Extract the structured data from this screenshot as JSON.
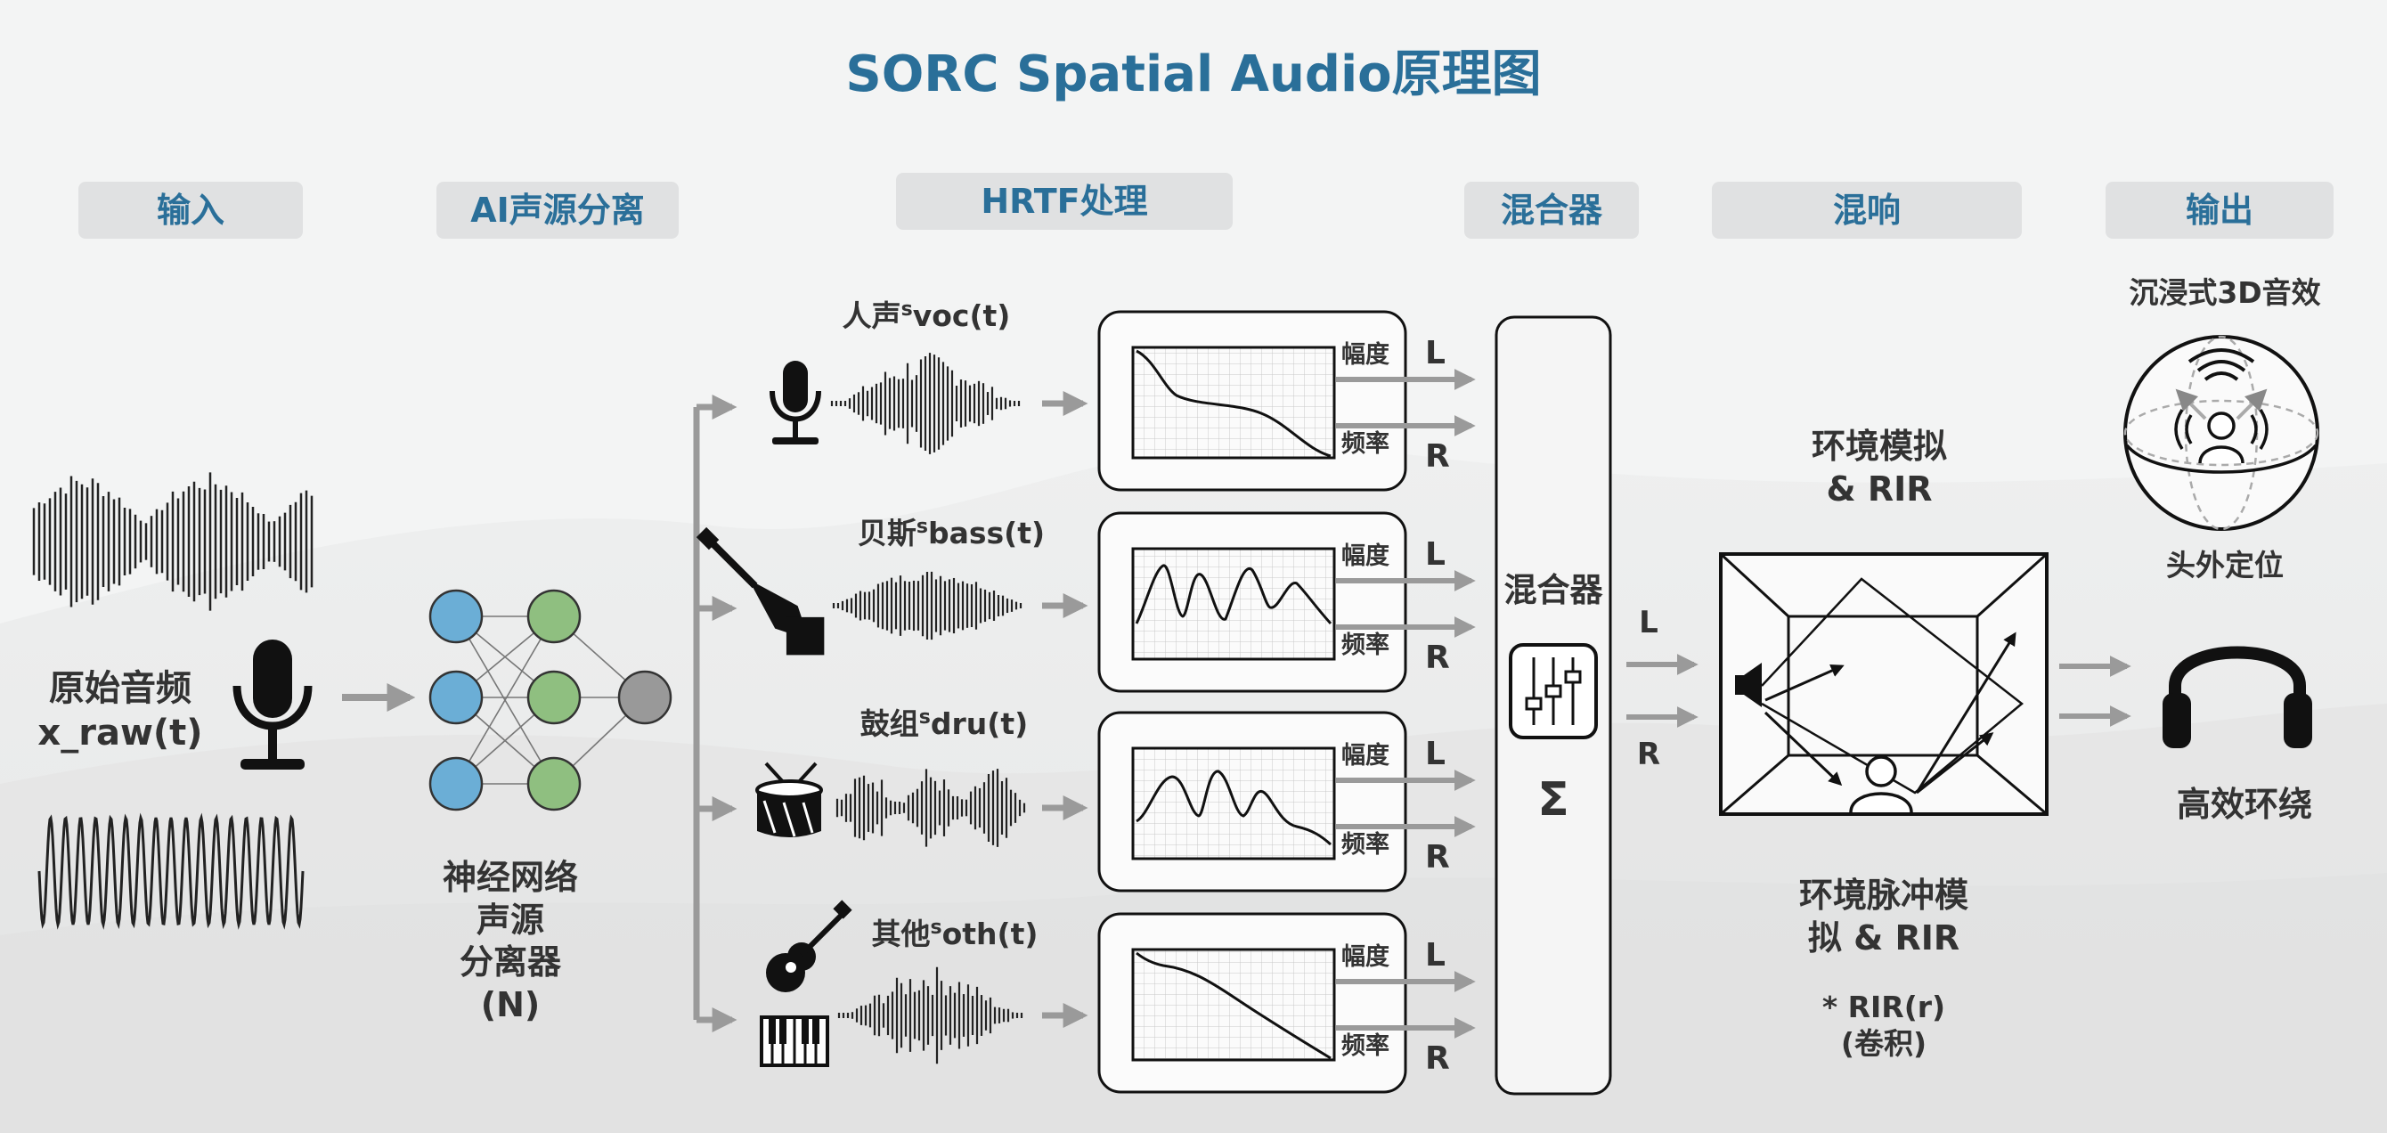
{
  "title": "SORC Spatial Audio原理图",
  "headers": {
    "input": "输入",
    "ai": "AI声源分离",
    "hrtf": "HRTF处理",
    "mixer": "混合器",
    "reverb": "混响",
    "output": "输出"
  },
  "input": {
    "line1": "原始音频",
    "line2": "x_raw(t)"
  },
  "network": {
    "line1": "神经网络",
    "line2": "声源",
    "line3": "分离器",
    "line4": "(N)"
  },
  "sources": [
    {
      "name": "人声",
      "sup": "s",
      "func": "voc(t)",
      "icon": "microphone-icon"
    },
    {
      "name": "贝斯",
      "sup": "s",
      "func": "bass(t)",
      "icon": "bass-guitar-icon"
    },
    {
      "name": "鼓组",
      "sup": "s",
      "func": "dru(t)",
      "icon": "drum-icon"
    },
    {
      "name": "其他",
      "sup": "s",
      "func": "oth(t)",
      "icon": "guitar-keyboard-icon"
    }
  ],
  "hrtf_axes": {
    "amplitude": "幅度",
    "frequency": "频率",
    "left": "L",
    "right": "R"
  },
  "mixer": {
    "label": "混合器",
    "sigma": "Σ",
    "left": "L",
    "right": "R"
  },
  "reverb": {
    "room_title_1": "环境模拟",
    "room_title_2": "& RIR",
    "caption_1": "环境脉冲模",
    "caption_2": "拟 & RIR",
    "note_1": "* RIR(r)",
    "note_2": "(卷积)"
  },
  "output": {
    "immersive": "沉浸式3D音效",
    "externalization": "头外定位",
    "surround": "高效环绕"
  }
}
